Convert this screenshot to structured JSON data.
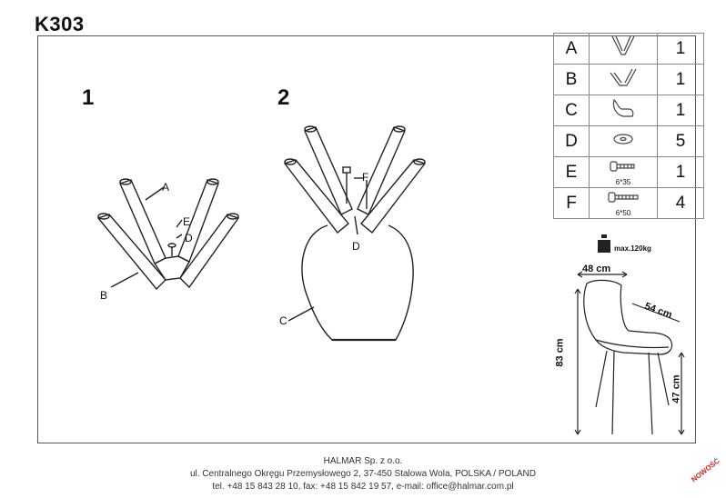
{
  "model": "K303",
  "steps": [
    "1",
    "2"
  ],
  "step1_labels": {
    "a": "A",
    "b": "B",
    "d": "D",
    "e": "E"
  },
  "step2_labels": {
    "c": "C",
    "d": "D",
    "f": "F"
  },
  "parts": [
    {
      "letter": "A",
      "icon": "chair-legs-icon",
      "size": "",
      "qty": "1"
    },
    {
      "letter": "B",
      "icon": "chair-legs-icon",
      "size": "",
      "qty": "1"
    },
    {
      "letter": "C",
      "icon": "seat-shell-icon",
      "size": "",
      "qty": "1"
    },
    {
      "letter": "D",
      "icon": "washer-icon",
      "size": "",
      "qty": "5"
    },
    {
      "letter": "E",
      "icon": "bolt-icon",
      "size": "6*35",
      "qty": "1"
    },
    {
      "letter": "F",
      "icon": "bolt-icon",
      "size": "6*50",
      "qty": "4"
    }
  ],
  "max_load": "max.120kg",
  "dimensions": {
    "width": "48 cm",
    "depth": "54 cm",
    "height": "83 cm",
    "seat_height": "47 cm"
  },
  "footer": {
    "company": "HALMAR Sp. z o.o.",
    "address": "ul. Centralnego Okręgu Przemysłowego 2, 37-450 Stalowa Wola, POLSKA / POLAND",
    "contact": "tel. +48 15 843 28 10, fax: +48 15 842 19 57, e-mail: office@halmar.com.pl"
  },
  "stamp": "NOWOŚĆ"
}
